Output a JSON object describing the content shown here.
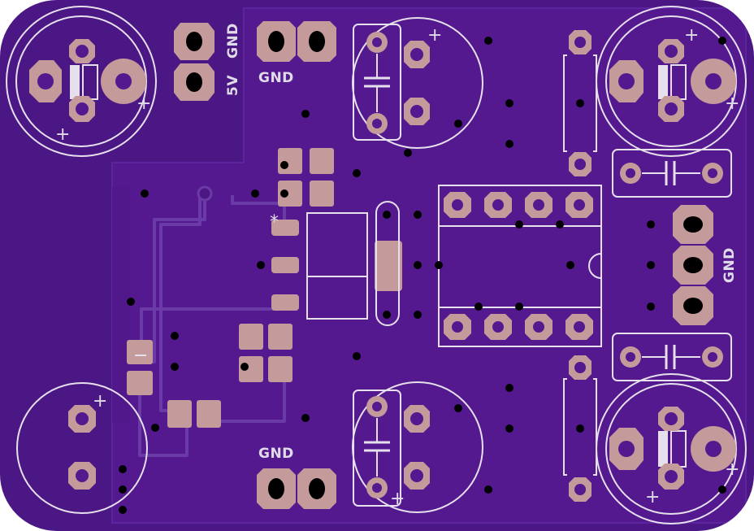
{
  "board": {
    "colors": {
      "board": "#4b1784",
      "pour": "#54198f",
      "pour_edge": "#5d24a0",
      "trace": "#6a3aa6",
      "pad": "#c49a9a",
      "pad_edge": "#b48888",
      "silk": "#e6e0ec",
      "via": "#000000"
    },
    "labels": {
      "gnd_top_right": "GND",
      "vcc_top_right": "5V",
      "gnd_top_mid": "GND",
      "gnd_bottom": "GND",
      "gnd_right": "GND",
      "star": "*"
    }
  }
}
